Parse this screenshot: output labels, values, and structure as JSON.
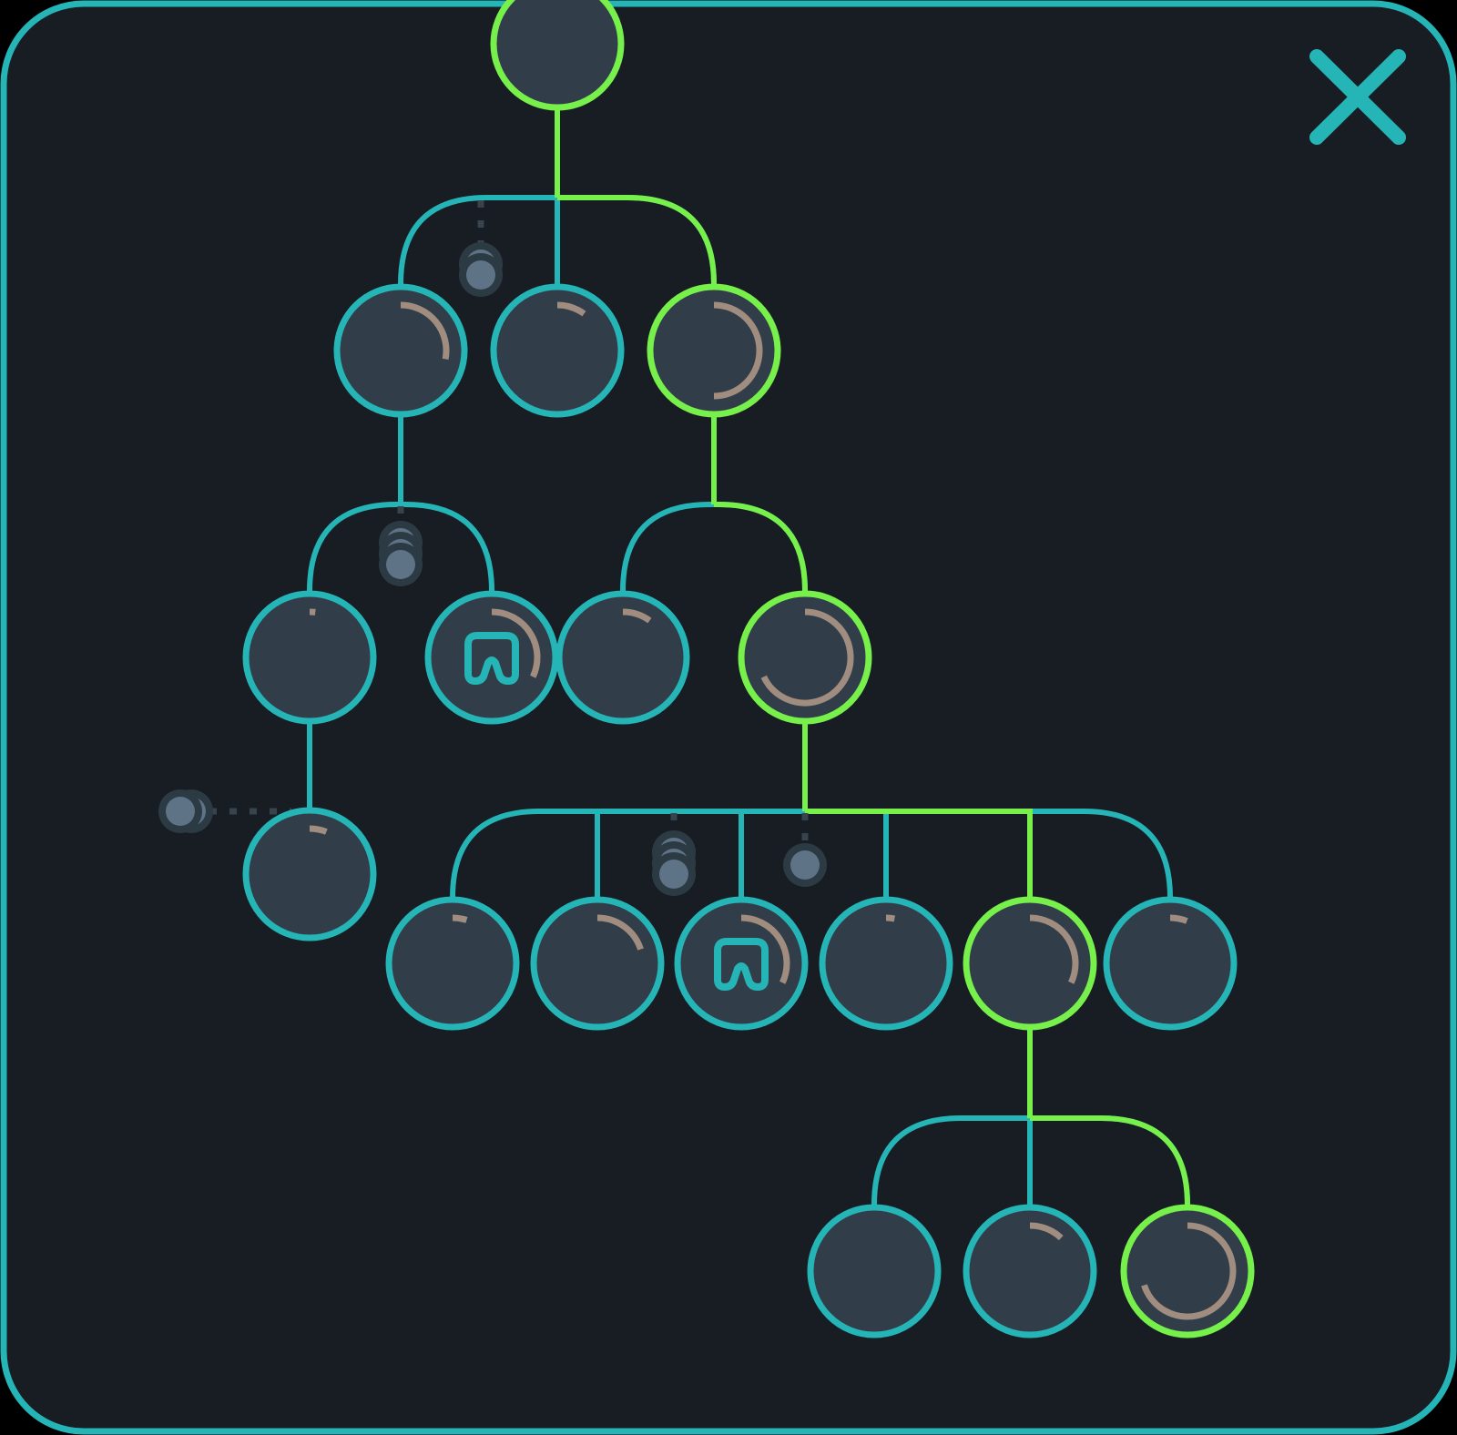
{
  "colors": {
    "background": "#171d22",
    "frame": "#26b5b7",
    "edge_default": "#26b5b7",
    "edge_active": "#77f04b",
    "node_fill": "#313e49",
    "node_stroke_default": "#26b5b7",
    "node_stroke_active": "#77f04b",
    "progress": "#a08d80",
    "marker_fill": "#5e7386",
    "marker_halo": "#2c3a44",
    "dotted": "#37444e",
    "glyph": "#26b5b7",
    "close": "#26b5b7"
  },
  "close_button": {
    "icon": "close-icon",
    "interactable": true
  },
  "nodes": [
    {
      "id": "root",
      "active": true,
      "progress": 0,
      "glyph": null
    },
    {
      "id": "n1a",
      "active": false,
      "progress": 0.28,
      "glyph": null
    },
    {
      "id": "n1b",
      "active": false,
      "progress": 0.1,
      "glyph": null
    },
    {
      "id": "n1c",
      "active": true,
      "progress": 0.5,
      "glyph": null
    },
    {
      "id": "n2a",
      "active": false,
      "progress": 0.02,
      "glyph": null
    },
    {
      "id": "n2b",
      "active": false,
      "progress": 0.32,
      "glyph": "tooth-icon"
    },
    {
      "id": "n2c",
      "active": false,
      "progress": 0.1,
      "glyph": null
    },
    {
      "id": "n2d",
      "active": true,
      "progress": 0.68,
      "glyph": null
    },
    {
      "id": "n3a",
      "active": false,
      "progress": 0.06,
      "glyph": null
    },
    {
      "id": "n4a",
      "active": false,
      "progress": 0.05,
      "glyph": null
    },
    {
      "id": "n4b",
      "active": false,
      "progress": 0.2,
      "glyph": null
    },
    {
      "id": "n4c",
      "active": false,
      "progress": 0.32,
      "glyph": "tooth-icon"
    },
    {
      "id": "n4d",
      "active": false,
      "progress": 0.03,
      "glyph": null
    },
    {
      "id": "n4e",
      "active": true,
      "progress": 0.32,
      "glyph": null
    },
    {
      "id": "n4f",
      "active": false,
      "progress": 0.06,
      "glyph": null
    },
    {
      "id": "n5a",
      "active": false,
      "progress": 0,
      "glyph": null
    },
    {
      "id": "n5b",
      "active": false,
      "progress": 0.12,
      "glyph": null
    },
    {
      "id": "n5c",
      "active": true,
      "progress": 0.7,
      "glyph": null
    }
  ],
  "connections": [
    {
      "parent": "root",
      "children": [
        "n1a",
        "n1b",
        "n1c"
      ],
      "active_child": "n1c"
    },
    {
      "parent": "n1a",
      "children": [
        "n2a",
        "n2b"
      ],
      "active_child": null
    },
    {
      "parent": "n1c",
      "children": [
        "n2c",
        "n2d"
      ],
      "active_child": "n2d"
    },
    {
      "parent": "n2a",
      "children": [
        "n3a"
      ],
      "active_child": null
    },
    {
      "parent": "n2d",
      "children": [
        "n4a",
        "n4b",
        "n4c",
        "n4d",
        "n4e",
        "n4f"
      ],
      "active_child": "n4e"
    },
    {
      "parent": "n4e",
      "children": [
        "n5a",
        "n5b",
        "n5c"
      ],
      "active_child": "n5c"
    }
  ],
  "markers": [
    {
      "id": "marker-1",
      "count": 2
    },
    {
      "id": "marker-2",
      "count": 3
    },
    {
      "id": "marker-3",
      "count": 2
    },
    {
      "id": "marker-4",
      "count": 3
    },
    {
      "id": "marker-5",
      "count": 1
    }
  ]
}
